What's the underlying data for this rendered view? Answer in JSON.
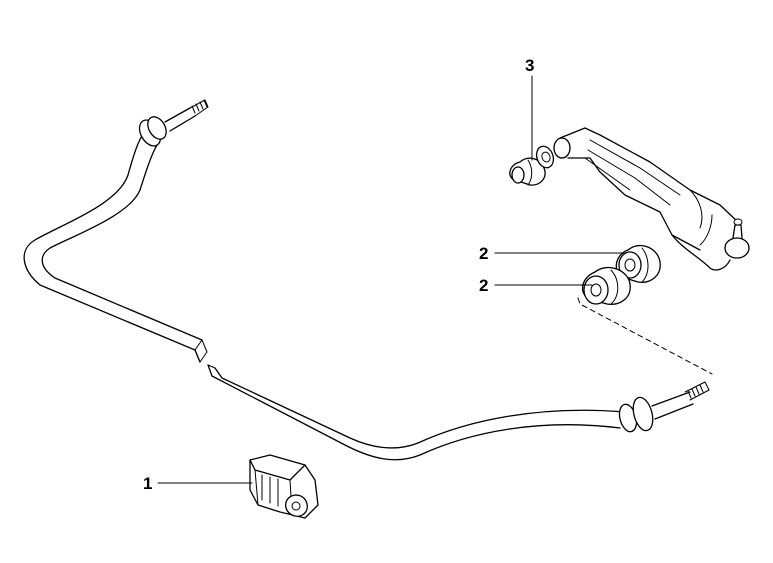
{
  "diagram": {
    "callouts": [
      {
        "label": "1",
        "part": "stabilizer-bar-bushing"
      },
      {
        "label": "2",
        "part": "control-arm-bushing-front"
      },
      {
        "label": "2",
        "part": "control-arm-bushing-rear"
      },
      {
        "label": "3",
        "part": "bump-stop"
      }
    ]
  }
}
